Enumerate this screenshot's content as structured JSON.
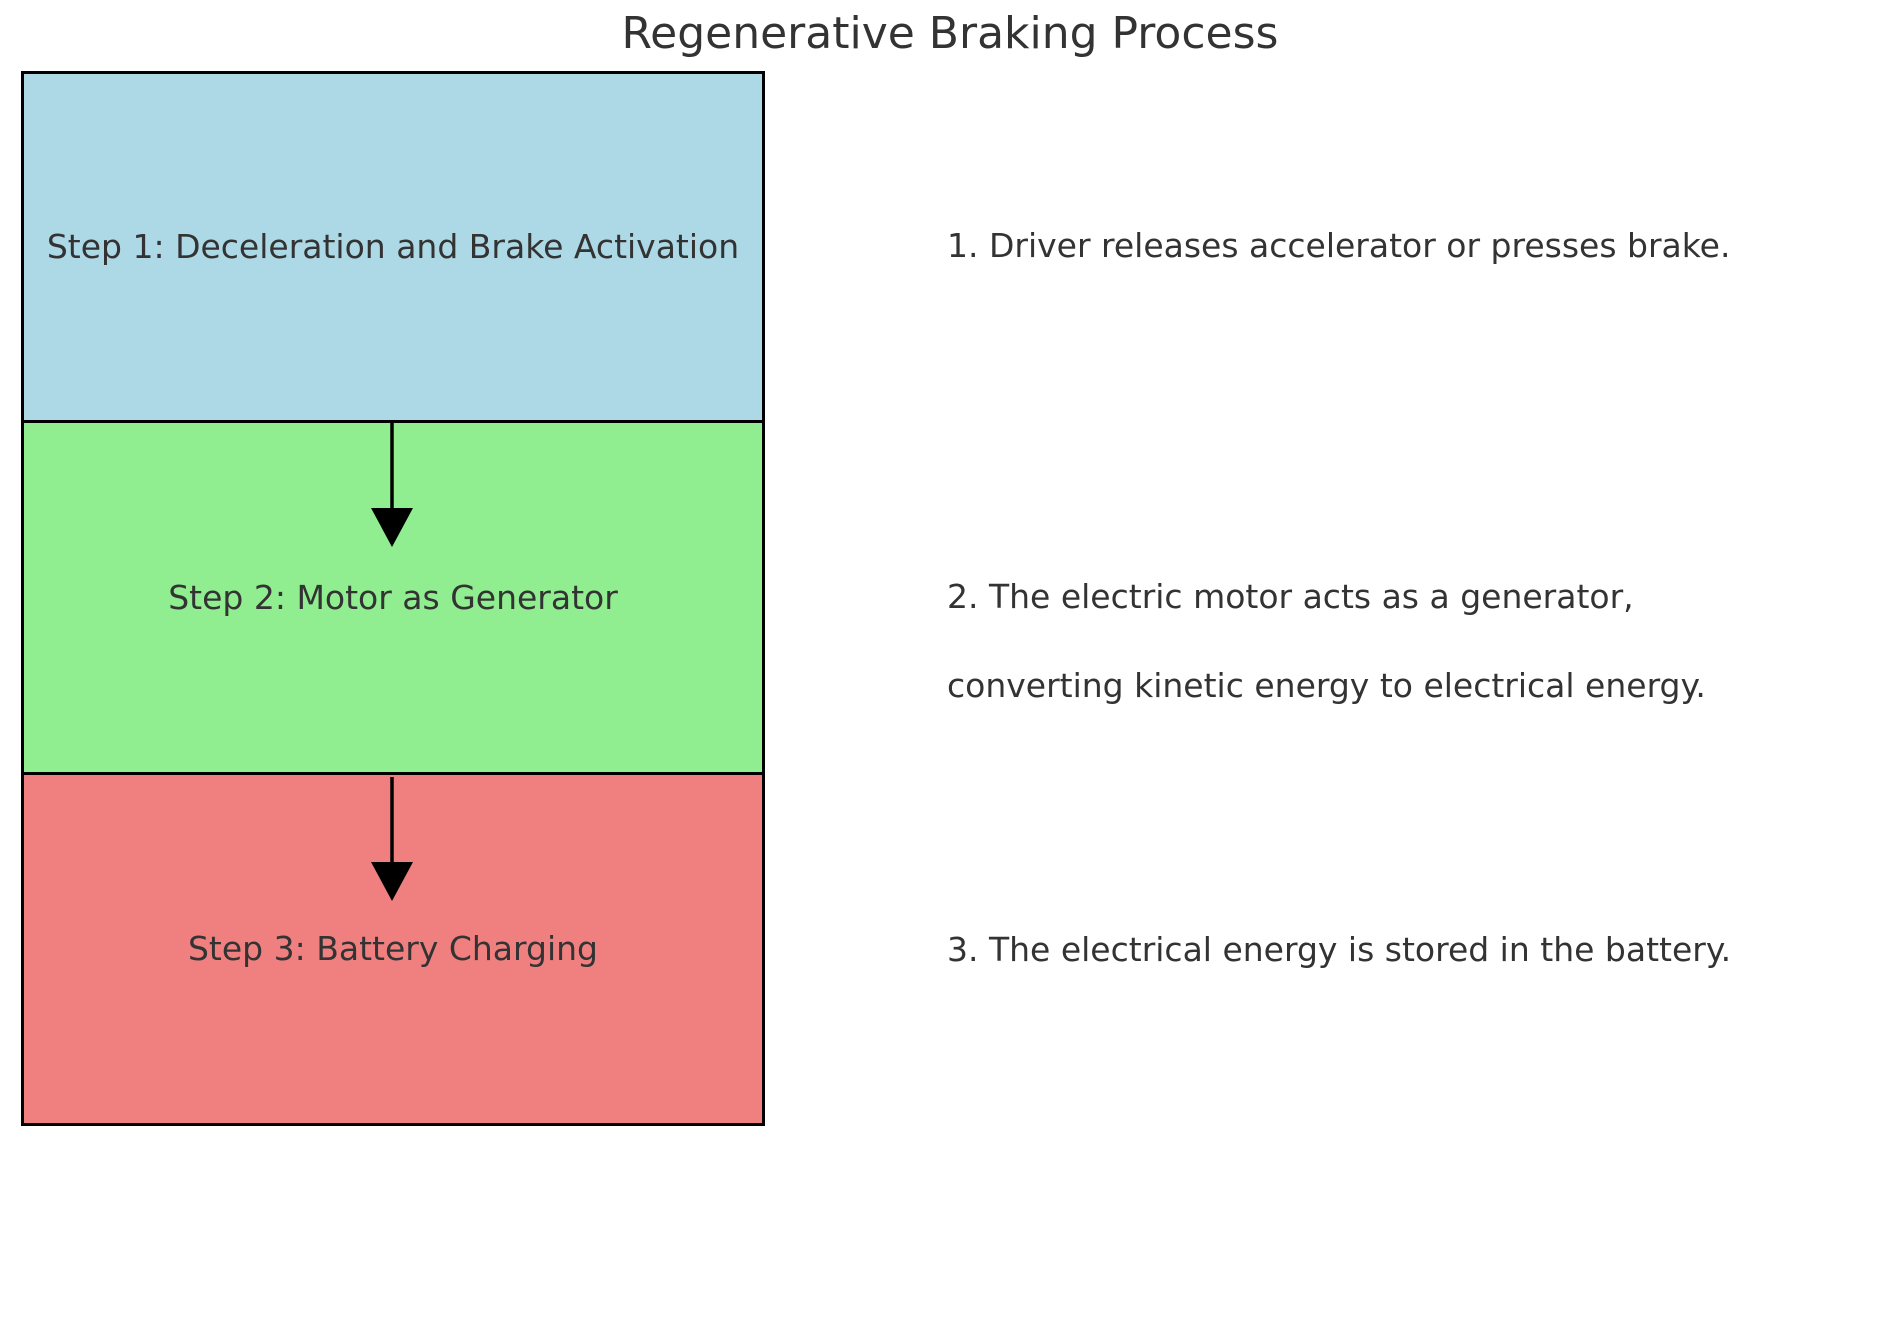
{
  "title": "Regenerative Braking Process",
  "text_color": "#333333",
  "background": "#ffffff",
  "flow": {
    "border_color": "#000000",
    "arrow_color": "#000000",
    "steps": [
      {
        "label": "Step 1: Deceleration and Brake Activation",
        "fill": "#ADD8E6"
      },
      {
        "label": "Step 2: Motor as Generator",
        "fill": "#90EE90"
      },
      {
        "label": "Step 3: Battery Charging",
        "fill": "#F08080"
      }
    ]
  },
  "notes": [
    {
      "lines": [
        "1. Driver releases accelerator or presses brake."
      ]
    },
    {
      "lines": [
        "2. The electric motor acts as a generator,",
        "converting kinetic energy to electrical energy."
      ]
    },
    {
      "lines": [
        "3. The electrical energy is stored in the battery."
      ]
    }
  ]
}
